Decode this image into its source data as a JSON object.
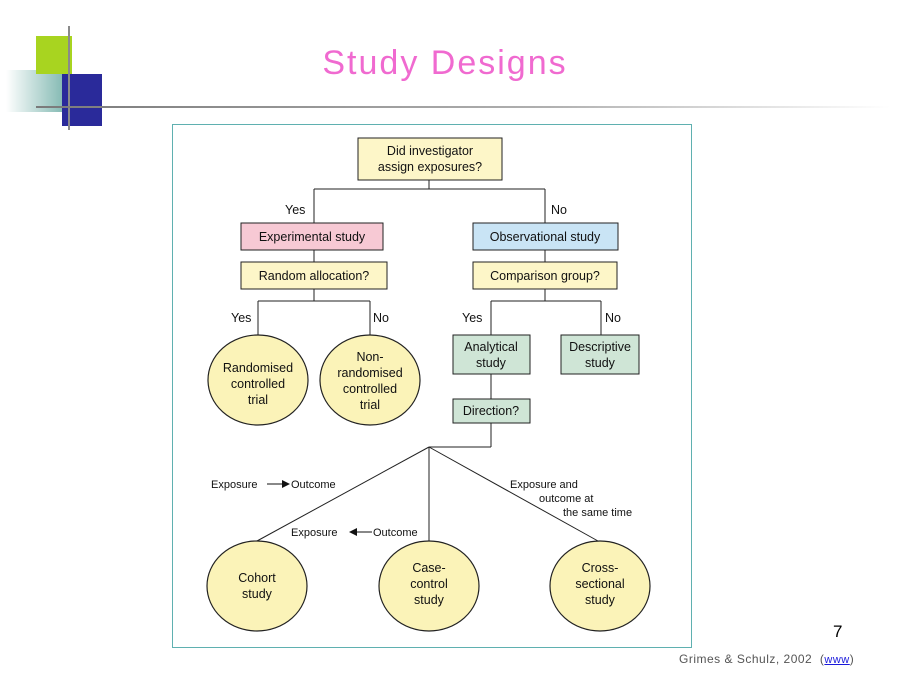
{
  "slide": {
    "title": "Study Designs",
    "page_number": "7",
    "citation_text": "Grimes & Schulz, 2002",
    "citation_link": "www"
  },
  "colors": {
    "title": "#f06ad0",
    "experimental_fill": "#f7c9d4",
    "observational_fill": "#c9e4f5",
    "question_fill": "#fdf6c8",
    "analytical_fill": "#cfe5d6",
    "oval_fill": "#fbf3b8"
  },
  "diagram": {
    "root_question": [
      "Did investigator",
      "assign exposures?"
    ],
    "branch_yes": "Yes",
    "branch_no": "No",
    "experimental": "Experimental study",
    "observational": "Observational study",
    "random_allocation": "Random allocation?",
    "comparison_group": "Comparison group?",
    "ra_yes": "Yes",
    "ra_no": "No",
    "cg_yes": "Yes",
    "cg_no": "No",
    "rct": [
      "Randomised",
      "controlled",
      "trial"
    ],
    "non_rct": [
      "Non-",
      "randomised",
      "controlled",
      "trial"
    ],
    "analytical": [
      "Analytical",
      "study"
    ],
    "descriptive": [
      "Descriptive",
      "study"
    ],
    "direction": "Direction?",
    "cohort_dir_from": "Exposure",
    "cohort_dir_to": "Outcome",
    "case_dir_from": "Exposure",
    "case_dir_to": "Outcome",
    "cross_label": [
      "Exposure and",
      "outcome at",
      "the same time"
    ],
    "cohort": [
      "Cohort",
      "study"
    ],
    "case_control": [
      "Case-",
      "control",
      "study"
    ],
    "cross_sectional": [
      "Cross-",
      "sectional",
      "study"
    ]
  }
}
